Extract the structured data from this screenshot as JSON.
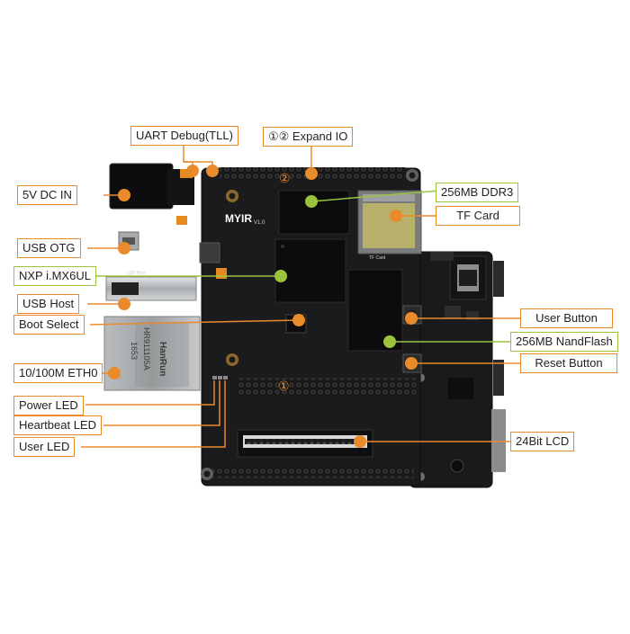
{
  "labels": {
    "uart_debug": "UART Debug(TLL)",
    "expand_io": "①② Expand IO",
    "dc_in": "5V DC IN",
    "ddr3": "256MB DDR3",
    "tf_card": "TF Card",
    "usb_otg": "USB OTG",
    "nxp_soc": "NXP i.MX6UL",
    "usb_host": "USB Host",
    "boot_select": "Boot Select",
    "user_button": "User Button",
    "nandflash": "256MB NandFlash",
    "reset_button": "Reset Button",
    "eth0": "10/100M ETH0",
    "power_led": "Power LED",
    "heartbeat_led": "Heartbeat LED",
    "user_led": "User LED",
    "lcd": "24Bit LCD"
  },
  "board_markings": {
    "brand": "MYIR",
    "version": "V1.0",
    "header_1": "①",
    "header_2": "②",
    "ethernet_jack": "HanRun",
    "ethernet_part": "HR911105A",
    "ethernet_code": "1653",
    "tf_silk": "TF Card",
    "usb_host_silk": "USB Host"
  },
  "colors": {
    "orange": "#e98a2b",
    "green": "#9bc43c",
    "board": "#1b1b1d",
    "chip": "#0c0c0e",
    "pin": "#3b3b3b",
    "metal": "#c9ccce"
  }
}
